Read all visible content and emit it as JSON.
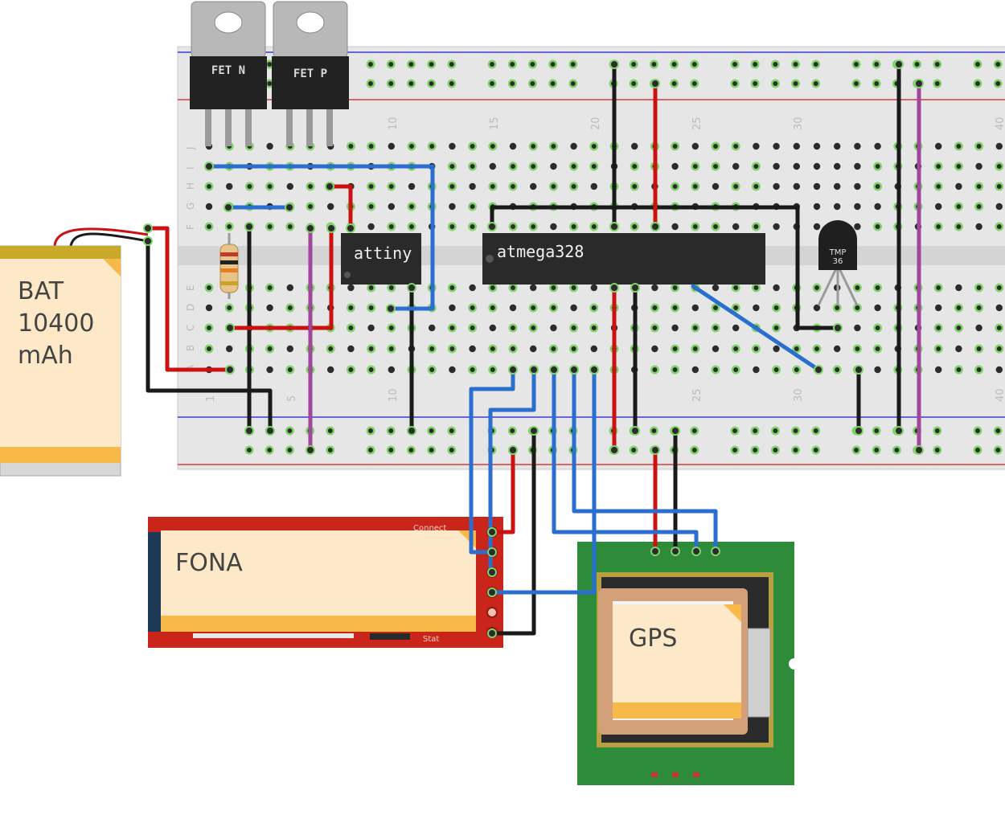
{
  "chips": {
    "fet_n": "FET N",
    "fet_p": "FET P",
    "attiny": "attiny",
    "atmega": "atmega328",
    "tmp_line1": "TMP",
    "tmp_line2": "36"
  },
  "modules": {
    "battery_line1": "BAT",
    "battery_line2": "10400",
    "battery_line3": "mAh",
    "fona": "FONA",
    "fona_connect": "Connect",
    "fona_stat": "Stat",
    "gps": "GPS"
  },
  "breadboard": {
    "row_letters_top": [
      "J",
      "I",
      "H",
      "G",
      "F"
    ],
    "row_letters_bottom": [
      "E",
      "D",
      "C",
      "B",
      "A"
    ],
    "column_numbers_top": [
      "10",
      "15",
      "20",
      "25",
      "30",
      "40"
    ],
    "column_numbers_bottom": [
      "5",
      "10",
      "25",
      "30",
      "40"
    ],
    "label_one": "1"
  },
  "colors": {
    "wire_black": "#1a1a1a",
    "wire_red": "#cc1111",
    "wire_blue": "#2a6fd0",
    "wire_purple": "#a0479c",
    "breadboard": "#e4e4e4",
    "note_fill": "#fde9c8",
    "note_band": "#f6b94a",
    "fona_board": "#c9251a",
    "gps_board": "#2e8b3a"
  }
}
